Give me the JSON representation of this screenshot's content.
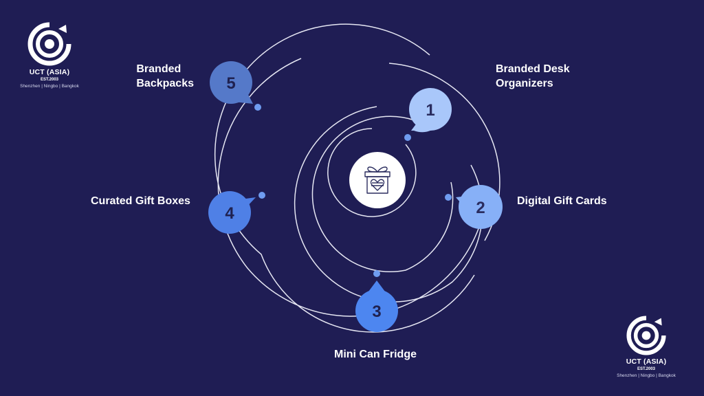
{
  "logo": {
    "name": "UCT (ASIA)",
    "est": "EST.2003",
    "cities": "Shenzhen | Ningbo | Bangkok"
  },
  "center": {
    "icon": "gift-box-heart-icon"
  },
  "items": [
    {
      "number": "1",
      "label_line1": "Branded Desk",
      "label_line2": "Organizers",
      "color": "#a9c7fa"
    },
    {
      "number": "2",
      "label": "Digital Gift Cards",
      "color": "#87b0f7"
    },
    {
      "number": "3",
      "label": "Mini Can Fridge",
      "color": "#4d86f0"
    },
    {
      "number": "4",
      "label": "Curated Gift Boxes",
      "color": "#4f80e6"
    },
    {
      "number": "5",
      "label_line1": "Branded",
      "label_line2": "Backpacks",
      "color": "#5579c9"
    }
  ],
  "colors": {
    "background": "#1f1d54",
    "ring": "#e6e7f3",
    "dot": "#6f9cf0",
    "center_circle": "#ffffff"
  }
}
